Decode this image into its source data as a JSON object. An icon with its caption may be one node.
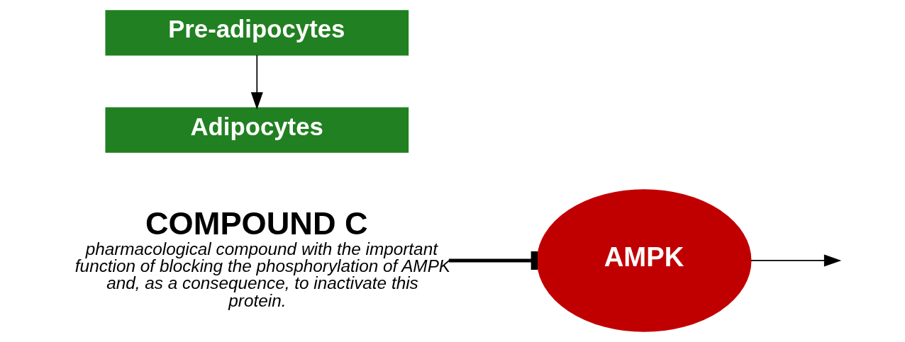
{
  "diagram": {
    "nodes": [
      {
        "text": [
          "COMPOUND C",
          "pharmacological compound with the important function of blocking the phosphorylation of AMPK and, as a consequence, to inactivate this protein."
        ]
      },
      {
        "text": [
          "AMPK"
        ]
      },
      {
        "text": [
          "Pre-adipocytes"
        ]
      },
      {
        "text": [
          "Adipocytes"
        ]
      }
    ],
    "edges": [
      {
        "from": 0,
        "to": 1,
        "arrow": "other",
        "style": "thick"
      },
      {
        "from": 1,
        "to": null,
        "arrow": "to"
      },
      {
        "from": 2,
        "to": 3,
        "arrow": "to"
      }
    ]
  }
}
